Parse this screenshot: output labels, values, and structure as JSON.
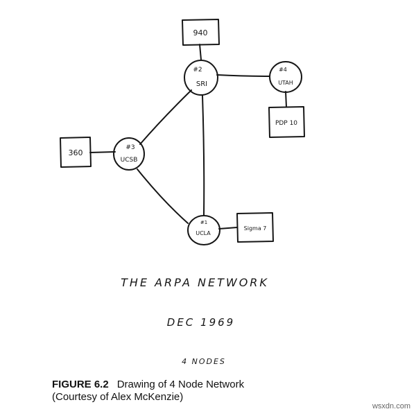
{
  "diagram": {
    "nodes": [
      {
        "id": "sri",
        "number": "#2",
        "name": "SRI"
      },
      {
        "id": "utah",
        "number": "#4",
        "name": "UTAH"
      },
      {
        "id": "ucsb",
        "number": "#3",
        "name": "UCSB"
      },
      {
        "id": "ucla",
        "number": "#1",
        "name": "UCLA"
      }
    ],
    "hosts": [
      {
        "id": "h940",
        "label": "940",
        "attached_to": "sri"
      },
      {
        "id": "hpdp",
        "label": "PDP 10",
        "attached_to": "utah"
      },
      {
        "id": "h360",
        "label": "360",
        "attached_to": "ucsb"
      },
      {
        "id": "hsig",
        "label": "Sigma 7",
        "attached_to": "ucla"
      }
    ],
    "links": [
      [
        "sri",
        "utah"
      ],
      [
        "sri",
        "ucsb"
      ],
      [
        "sri",
        "ucla"
      ],
      [
        "ucsb",
        "ucla"
      ]
    ]
  },
  "handwritten": {
    "title": "THE ARPA NETWORK",
    "date": "DEC 1969",
    "count": "4 NODES"
  },
  "caption": {
    "figure": "FIGURE 6.2",
    "line1": "Drawing of 4 Node Network",
    "line2": "(Courtesy of Alex McKenzie)"
  },
  "watermark": "wsxdn.com"
}
